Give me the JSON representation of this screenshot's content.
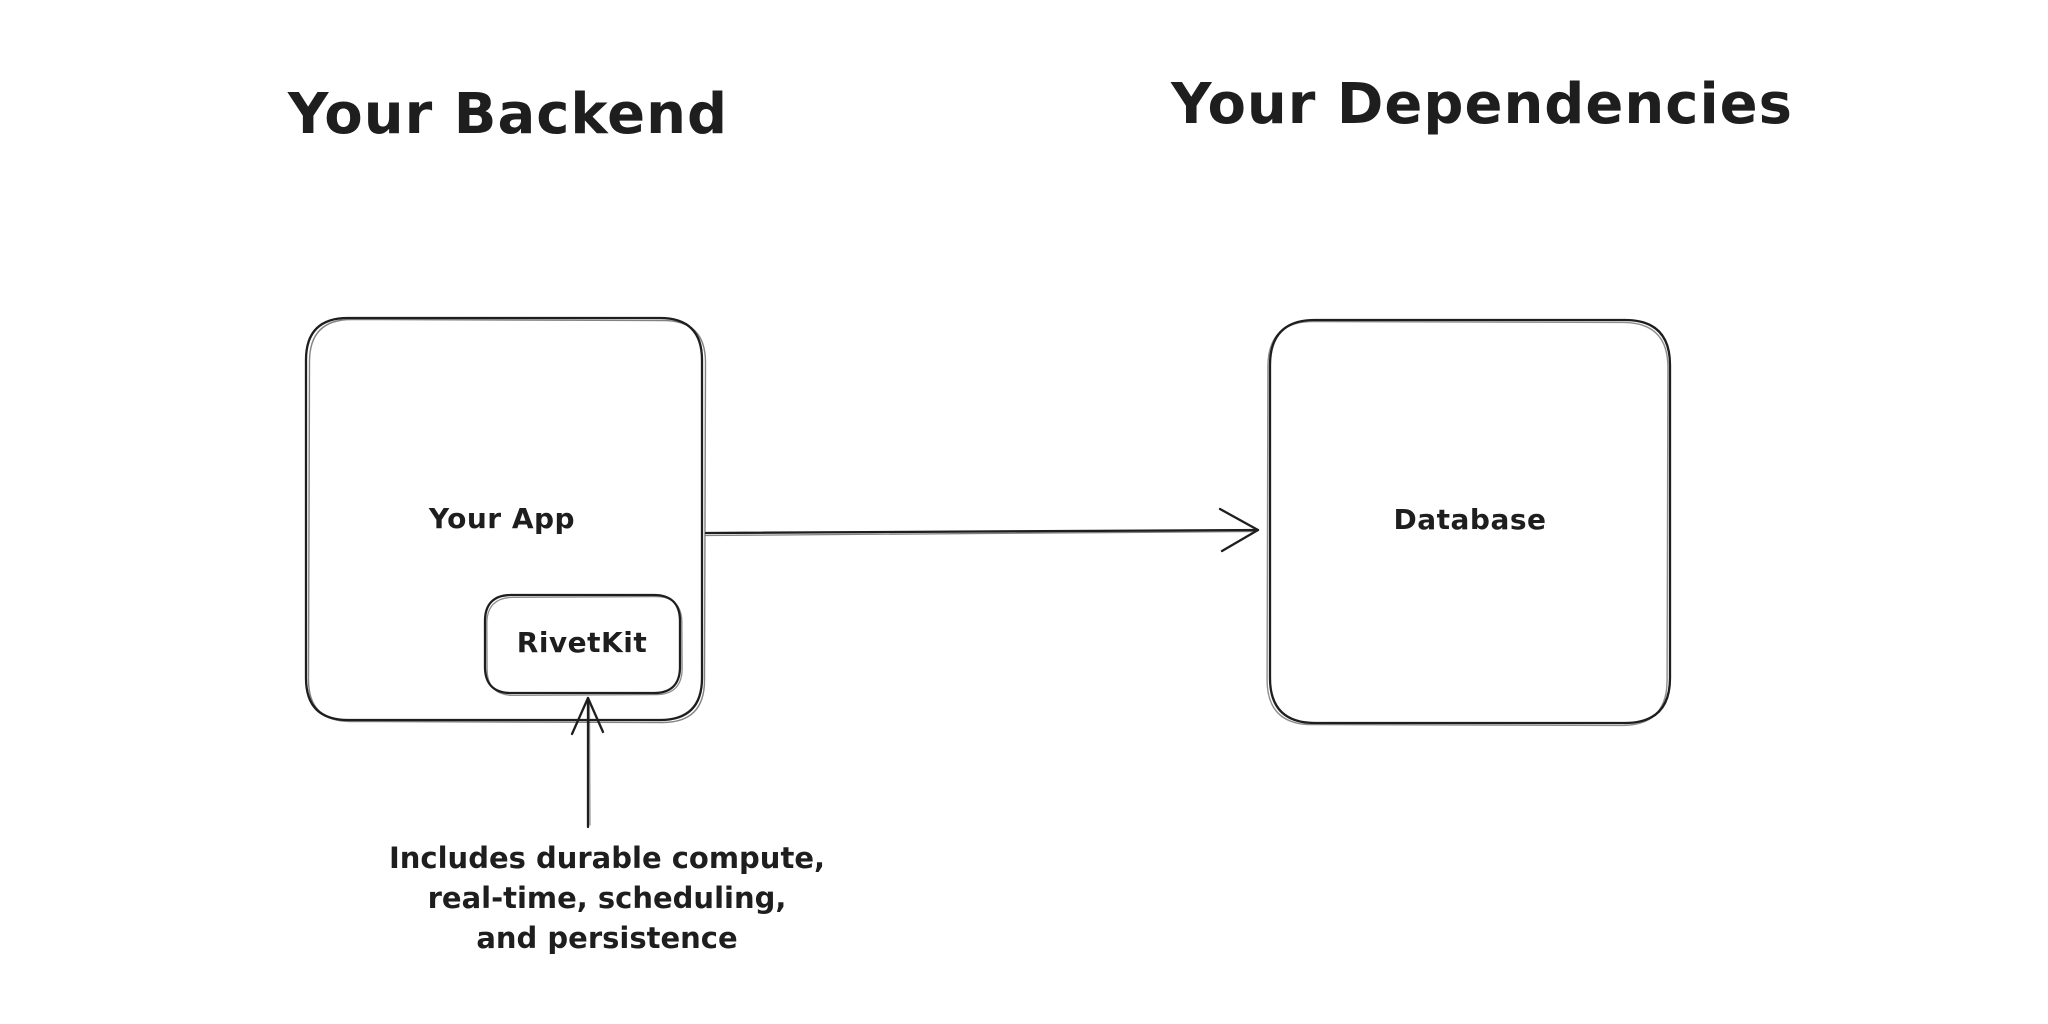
{
  "colors": {
    "background": "#ffffff",
    "stroke": "#1e1e1e",
    "text": "#1e1e1e"
  },
  "titles": {
    "backend": "Your Backend",
    "dependencies": "Your Dependencies"
  },
  "nodes": {
    "your_app": {
      "label": "Your App"
    },
    "rivetkit": {
      "label": "RivetKit"
    },
    "database": {
      "label": "Database"
    }
  },
  "caption": {
    "lines": [
      "Includes durable compute,",
      "real-time, scheduling,",
      "and persistence"
    ]
  }
}
